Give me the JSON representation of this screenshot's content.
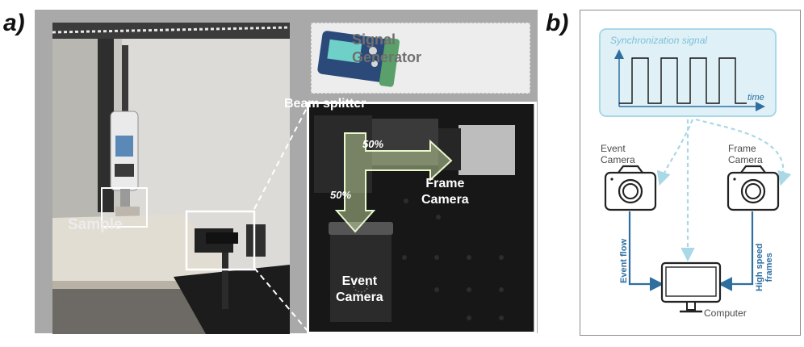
{
  "panel_labels": {
    "a": "a)",
    "b": "b)"
  },
  "photo": {
    "sample": "Sample",
    "signal_generator": [
      "Signal",
      "Generator"
    ],
    "beam_splitter": "Beam splitter",
    "split_top": "50%",
    "split_down": "50%",
    "frame_camera": [
      "Frame",
      "Camera"
    ],
    "event_camera": [
      "Event",
      "Camera"
    ]
  },
  "diagram": {
    "sync_title": "Synchronization signal",
    "time_label": "time",
    "event_camera": [
      "Event",
      "Camera"
    ],
    "frame_camera": [
      "Frame",
      "Camera"
    ],
    "event_flow": "Event flow",
    "high_speed_frames": [
      "High speed",
      "frames"
    ],
    "computer": "Computer"
  },
  "colors": {
    "accent_blue": "#2f6fa0",
    "light_blue": "#a9d8e6",
    "arrow_green": "#d7f0b0"
  },
  "icons": [
    "camera-icon",
    "monitor-icon",
    "signal-generator-icon"
  ]
}
